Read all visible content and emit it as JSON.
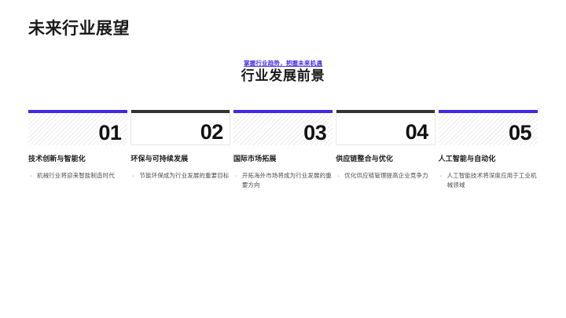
{
  "slide": {
    "title": "未来行业展望",
    "eyebrow": "掌握行业趋势，把握未来机遇",
    "section_heading": "行业发展前景",
    "accent_color": "#4028e8",
    "dark_color": "#333333",
    "background_color": "#ffffff"
  },
  "cards": [
    {
      "number": "01",
      "heading": "技术创新与智能化",
      "bullets": [
        "机械行业将迎来智能制造时代"
      ],
      "style": "accent"
    },
    {
      "number": "02",
      "heading": "环保与可持续发展",
      "bullets": [
        "节能环保成为行业发展的重要目标"
      ],
      "style": "dark"
    },
    {
      "number": "03",
      "heading": "国际市场拓展",
      "bullets": [
        "开拓海外市场将成为行业发展的重要方向"
      ],
      "style": "accent"
    },
    {
      "number": "04",
      "heading": "供应链整合与优化",
      "bullets": [
        "优化供应链管理提高企业竞争力"
      ],
      "style": "dark"
    },
    {
      "number": "05",
      "heading": "人工智能与自动化",
      "bullets": [
        "人工智能技术将深度应用于工业机械领域"
      ],
      "style": "accent"
    }
  ]
}
